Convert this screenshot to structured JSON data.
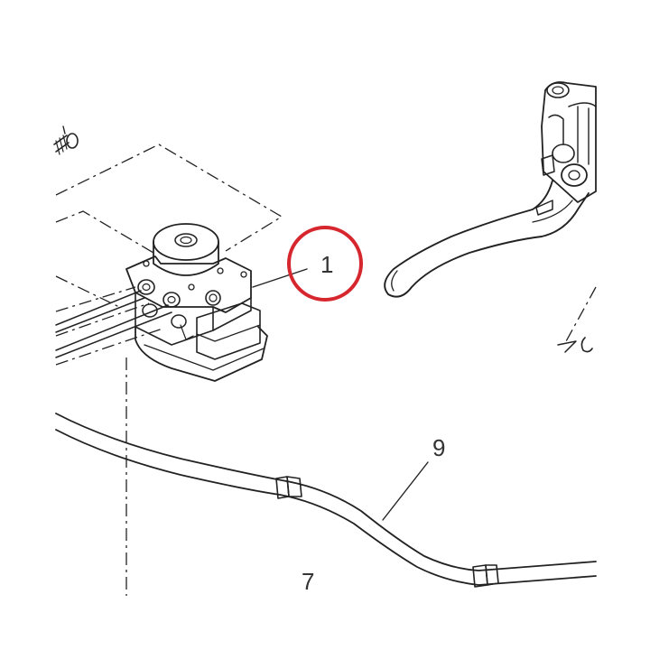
{
  "diagram": {
    "callouts": [
      {
        "id": "1",
        "label": "1"
      },
      {
        "id": "9",
        "label": "9"
      },
      {
        "id": "7",
        "label": "7"
      }
    ],
    "highlight_color": "#d6262e",
    "line_color": "#222222",
    "label_color": "#333333",
    "background": "#ffffff"
  }
}
